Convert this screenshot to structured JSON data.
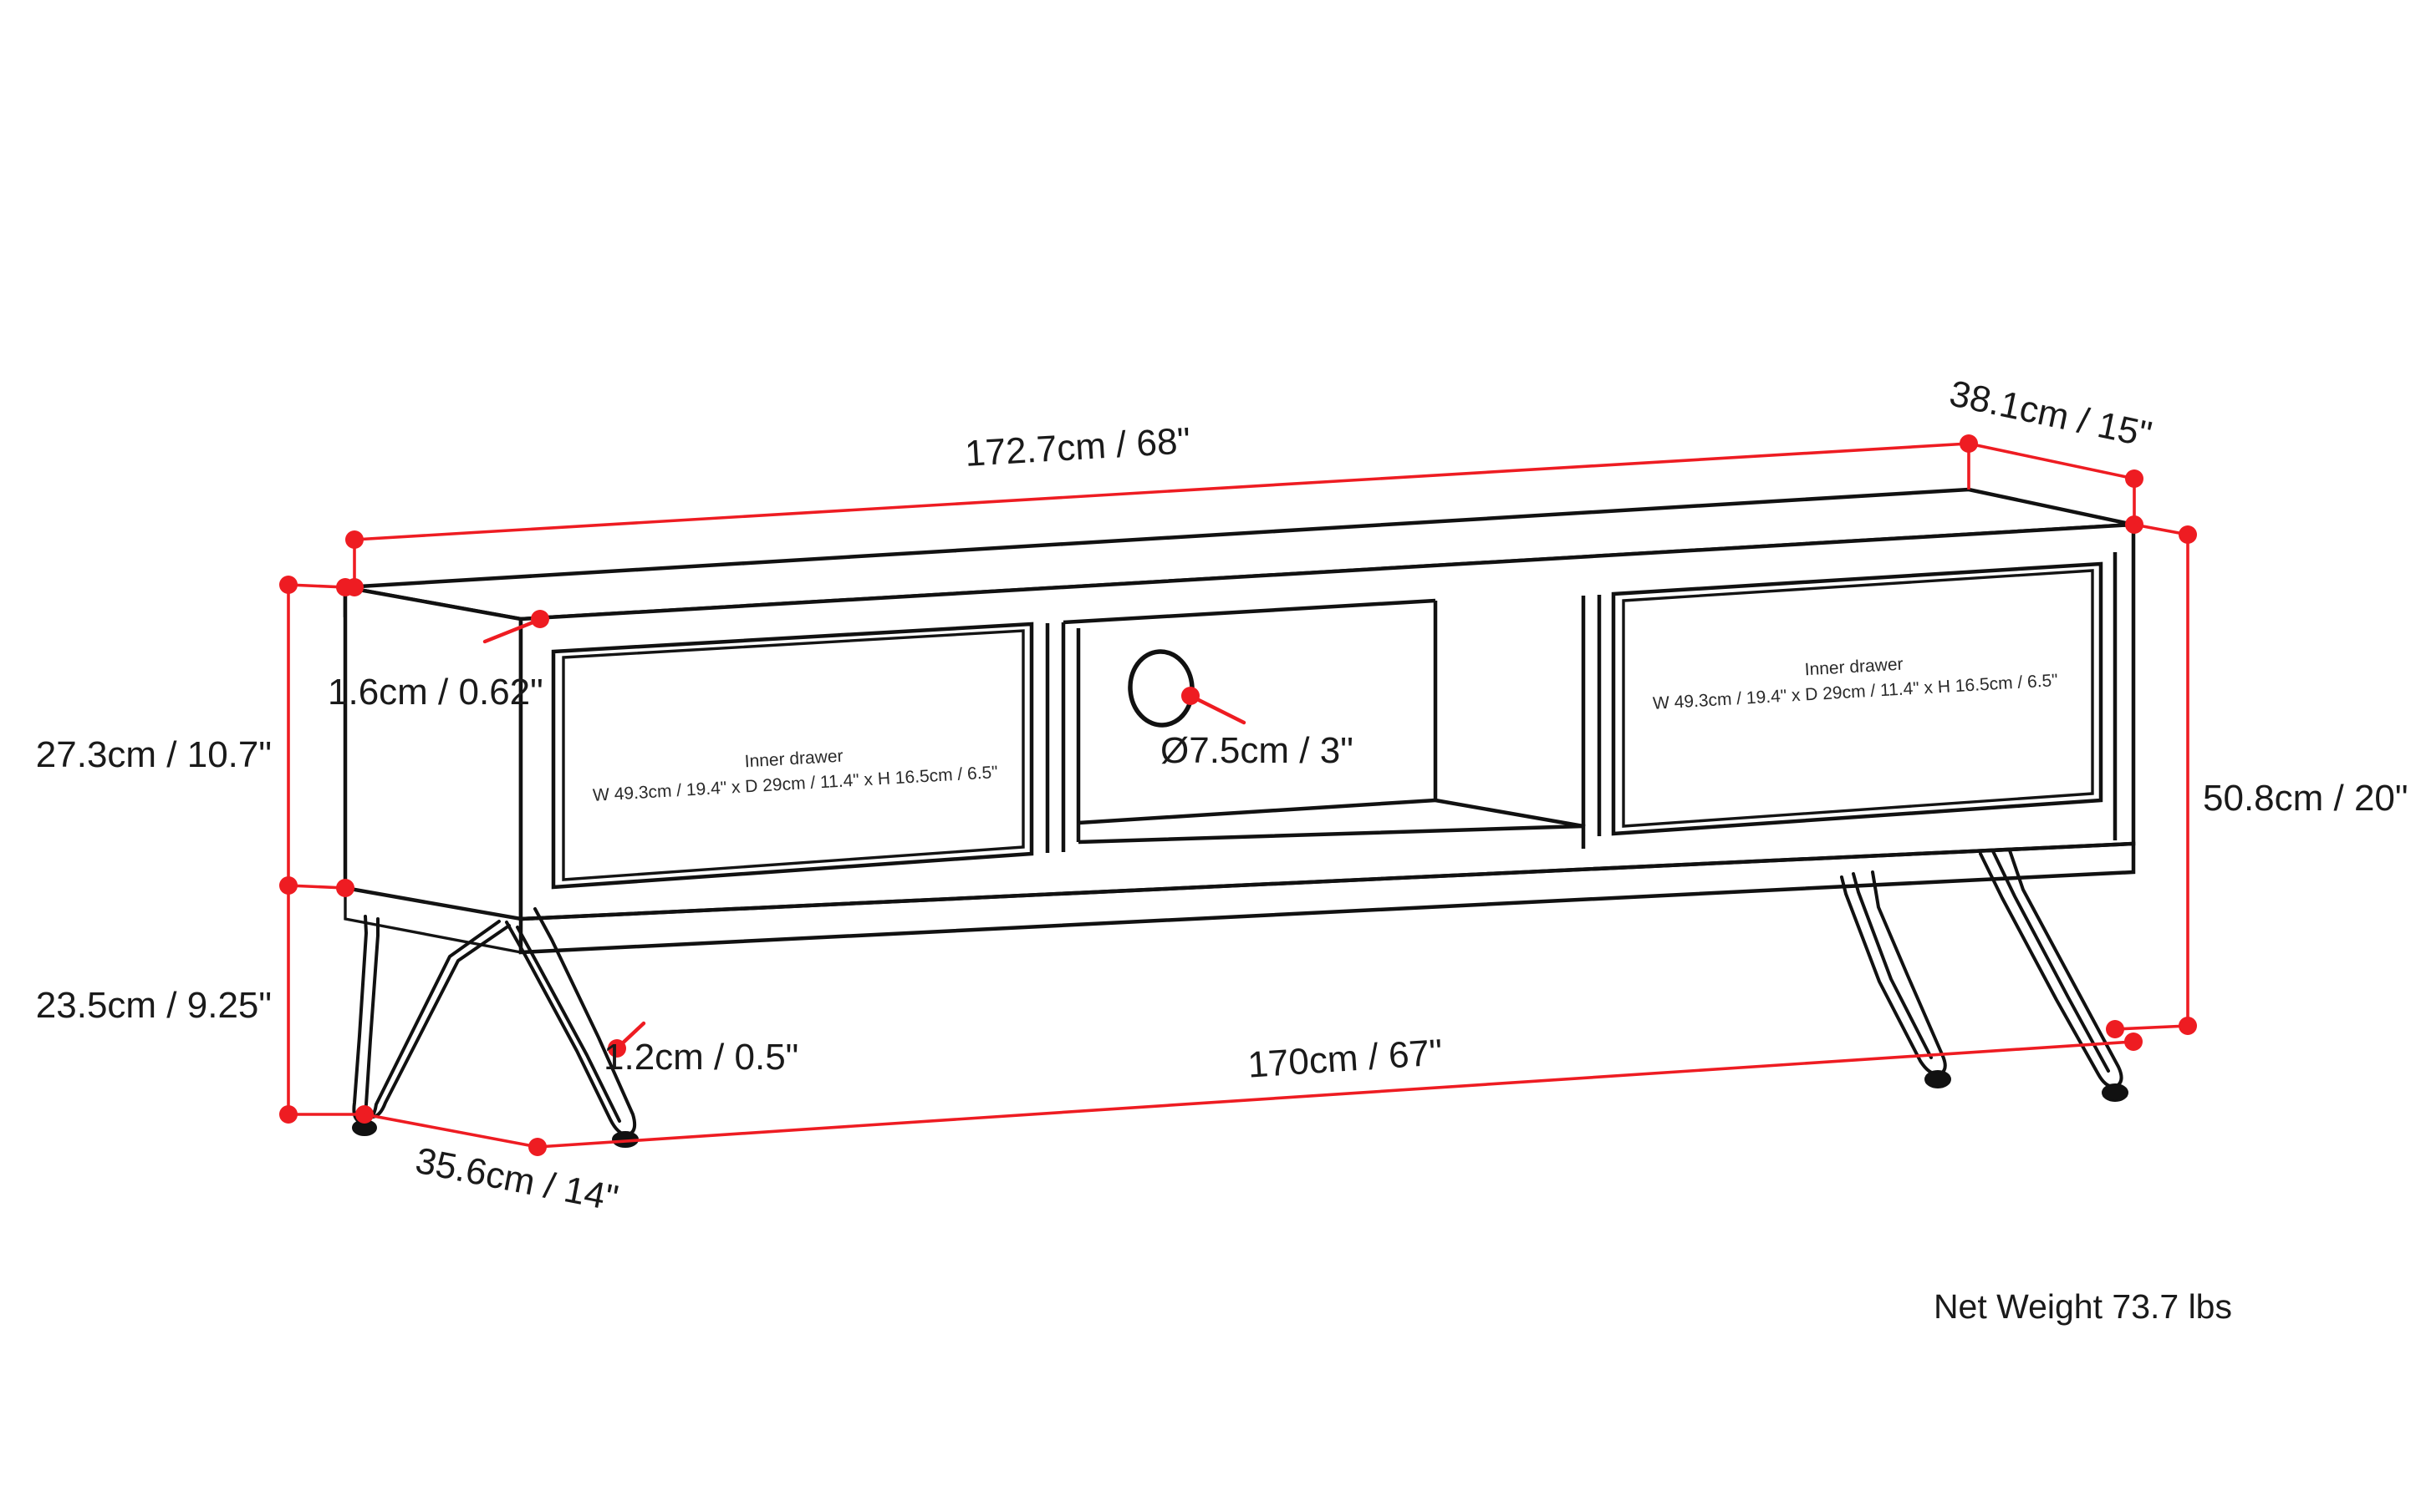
{
  "document": {
    "type": "product-dimension-drawing",
    "subject": "TV stand / media console with hairpin legs",
    "background_color": "#ffffff",
    "line_color": "#111111",
    "dimension_color": "#ee1c22"
  },
  "dimensions": {
    "overall_width": "172.7cm / 68\"",
    "overall_depth": "38.1cm / 15\"",
    "overall_height": "50.8cm / 20\"",
    "cabinet_height": "27.3cm / 10.7\"",
    "leg_height": "23.5cm / 9.25\"",
    "base_depth": "35.6cm / 14\"",
    "base_width": "170cm / 67\"",
    "panel_thickness": "1.6cm / 0.62\"",
    "leg_thickness": "1.2cm / 0.5\"",
    "cable_hole_diameter": "Ø7.5cm / 3\""
  },
  "drawers": {
    "left": {
      "title": "Inner drawer",
      "spec": "W 49.3cm / 19.4\" x D 29cm / 11.4\" x H 16.5cm / 6.5\""
    },
    "right": {
      "title": "Inner drawer",
      "spec": "W 49.3cm / 19.4\" x D 29cm / 11.4\" x H 16.5cm / 6.5\""
    }
  },
  "footer": {
    "net_weight": "Net Weight 73.7 lbs"
  }
}
